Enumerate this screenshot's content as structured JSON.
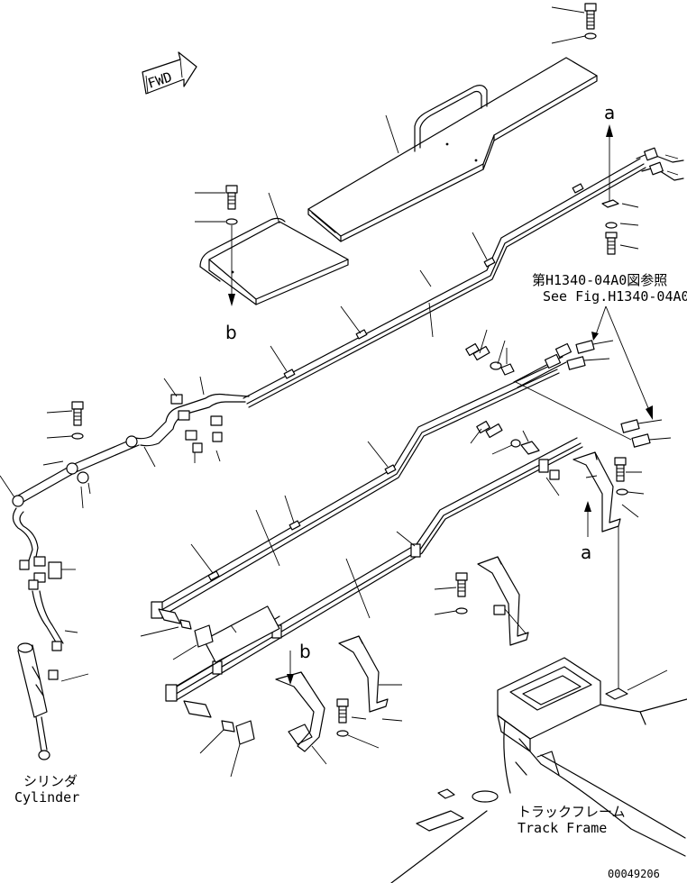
{
  "diagram": {
    "fwd_label": "FWD",
    "ref_jp": "第H1340-04A0図参照",
    "ref_en": "See Fig.H1340-04A0",
    "letter_a_top": "a",
    "letter_a_bottom": "a",
    "letter_b_left": "b",
    "letter_b_mid": "b",
    "cylinder_jp": "シリンダ",
    "cylinder_en": "Cylinder",
    "track_frame_jp": "トラックフレーム",
    "track_frame_en": "Track Frame",
    "drawing_number": "00049206"
  }
}
